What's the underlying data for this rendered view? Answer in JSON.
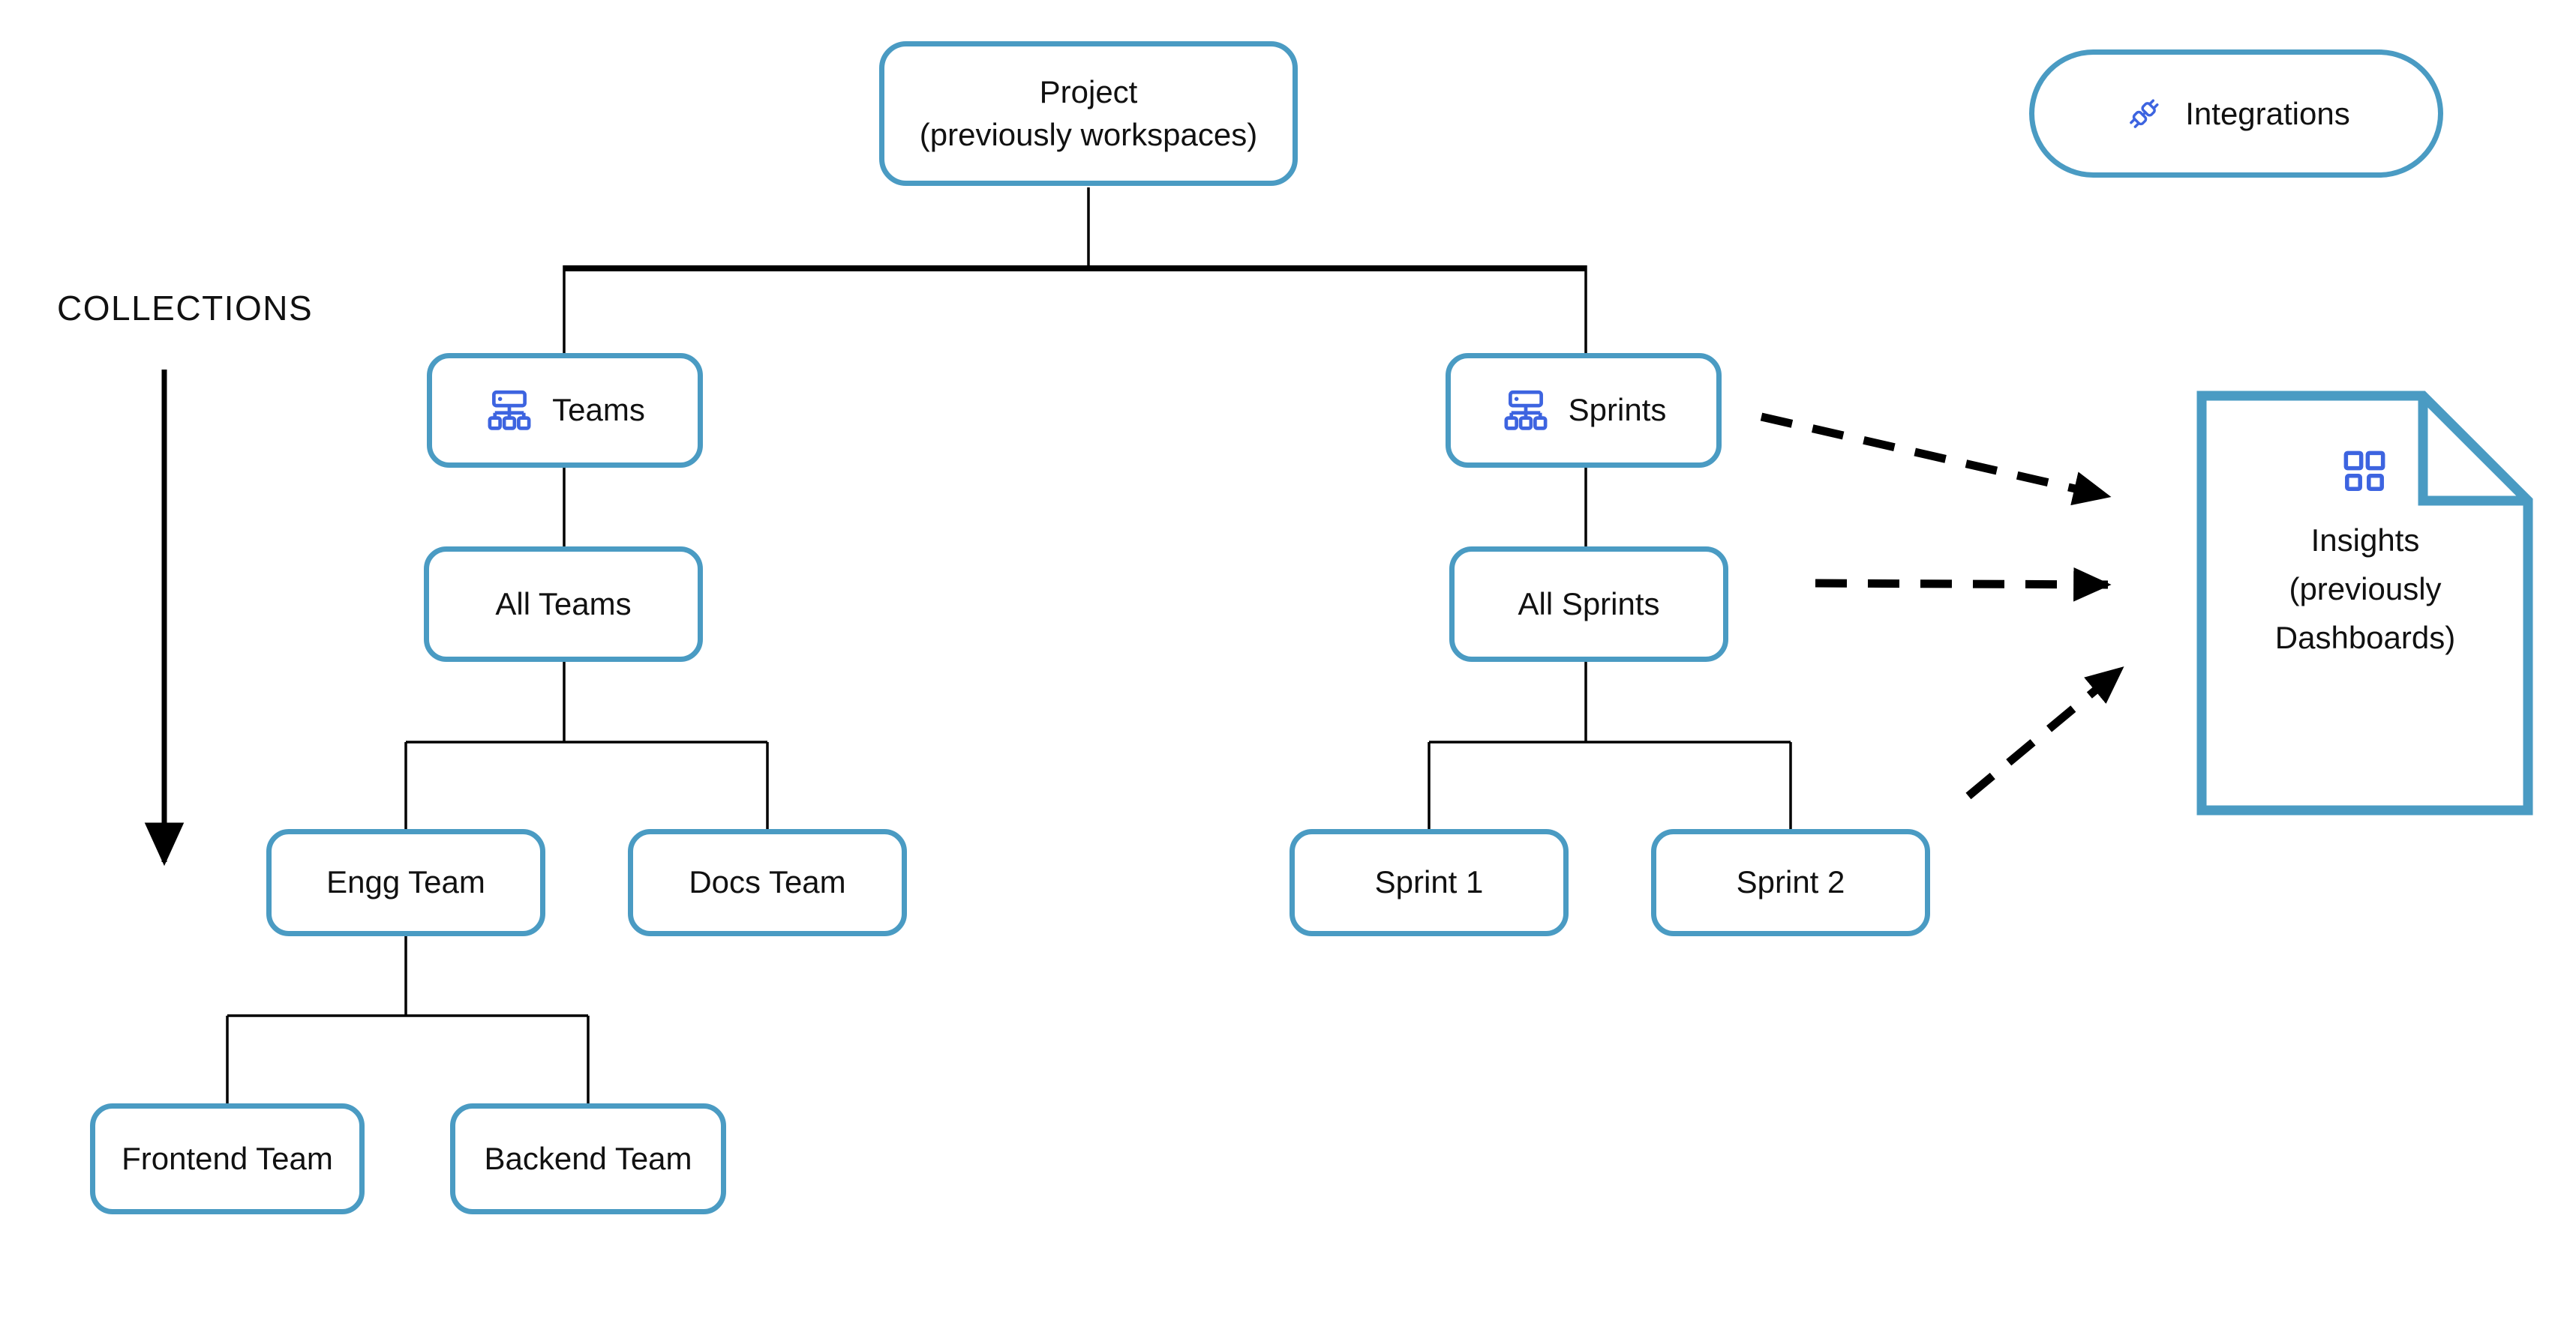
{
  "title": "Project hierarchy diagram",
  "labels": {
    "collections": "COLLECTIONS"
  },
  "nodes": {
    "project": {
      "label": "Project\n(previously workspaces)"
    },
    "integrations": {
      "label": "Integrations",
      "icon": "plug-icon"
    },
    "teams": {
      "label": "Teams",
      "icon": "hierarchy-icon"
    },
    "sprints": {
      "label": "Sprints",
      "icon": "hierarchy-icon"
    },
    "all_teams": {
      "label": "All Teams"
    },
    "all_sprints": {
      "label": "All Sprints"
    },
    "engg_team": {
      "label": "Engg Team"
    },
    "docs_team": {
      "label": "Docs Team"
    },
    "sprint_1": {
      "label": "Sprint 1"
    },
    "sprint_2": {
      "label": "Sprint 2"
    },
    "frontend_team": {
      "label": "Frontend Team"
    },
    "backend_team": {
      "label": "Backend Team"
    },
    "insights": {
      "label": "Insights\n(previously\nDashboards)",
      "icon": "grid-icon"
    }
  },
  "edges": [
    {
      "from": "project",
      "to": "teams",
      "style": "solid"
    },
    {
      "from": "project",
      "to": "sprints",
      "style": "solid"
    },
    {
      "from": "teams",
      "to": "all_teams",
      "style": "solid"
    },
    {
      "from": "all_teams",
      "to": "engg_team",
      "style": "solid"
    },
    {
      "from": "all_teams",
      "to": "docs_team",
      "style": "solid"
    },
    {
      "from": "engg_team",
      "to": "frontend_team",
      "style": "solid"
    },
    {
      "from": "engg_team",
      "to": "backend_team",
      "style": "solid"
    },
    {
      "from": "sprints",
      "to": "all_sprints",
      "style": "solid"
    },
    {
      "from": "all_sprints",
      "to": "sprint_1",
      "style": "solid"
    },
    {
      "from": "all_sprints",
      "to": "sprint_2",
      "style": "solid"
    },
    {
      "from": "sprints",
      "to": "insights",
      "style": "dashed-arrow"
    },
    {
      "from": "all_sprints",
      "to": "insights",
      "style": "dashed-arrow"
    },
    {
      "from": "sprint_2",
      "to": "insights",
      "style": "dashed-arrow"
    },
    {
      "from": "collections-label",
      "to": "down",
      "style": "solid-arrow"
    }
  ],
  "colors": {
    "box_border": "#4A9BC3",
    "icon_blue": "#3D64E0",
    "text": "#111111",
    "line": "#000000",
    "background": "#ffffff"
  }
}
